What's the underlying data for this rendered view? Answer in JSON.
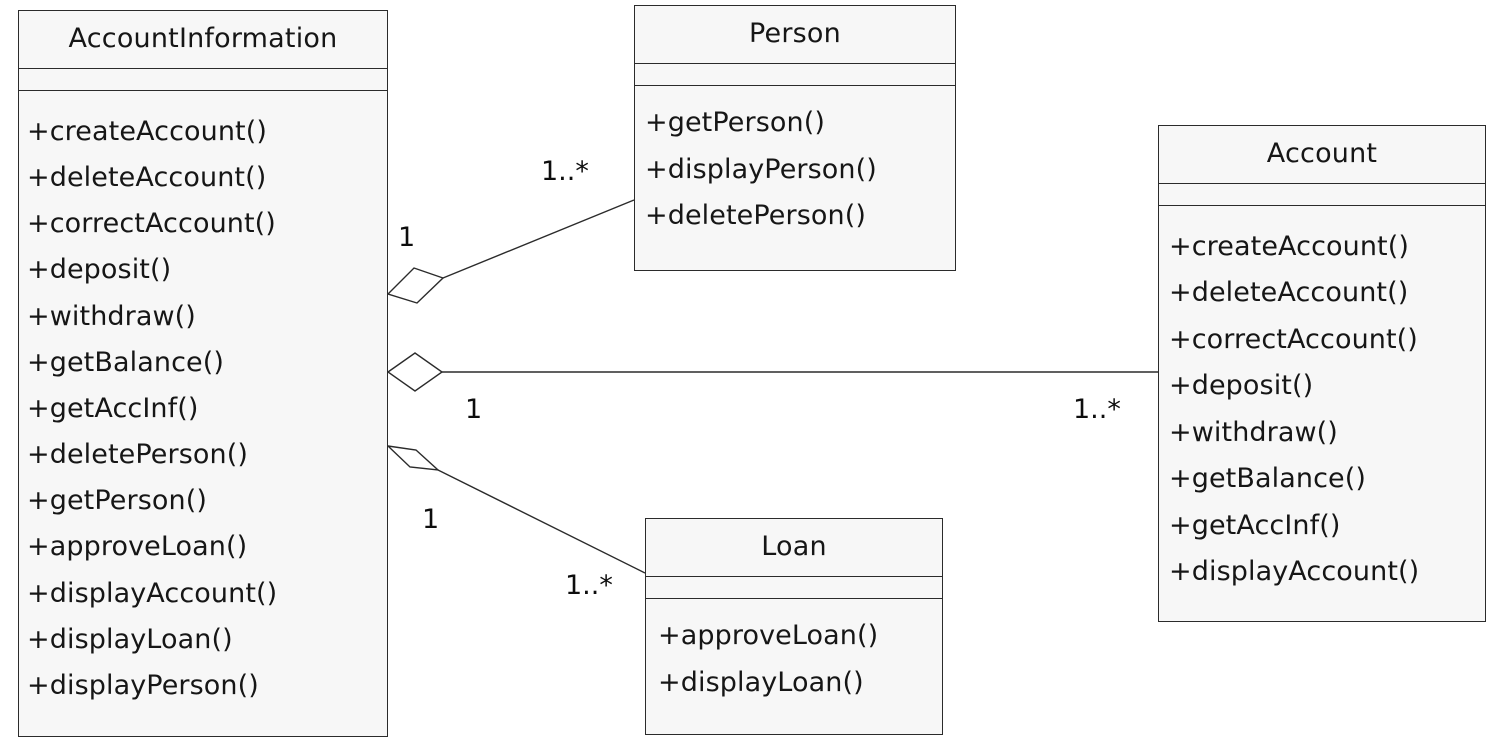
{
  "diagram": {
    "type": "uml-class-diagram",
    "background_color": "#ffffff",
    "box_fill_color": "#f7f7f7",
    "line_color": "#2b2b2b",
    "text_color": "#161616"
  },
  "classes": {
    "account_information": {
      "name": "AccountInformation",
      "attributes": [],
      "methods": [
        "+createAccount()",
        "+deleteAccount()",
        "+correctAccount()",
        "+deposit()",
        "+withdraw()",
        "+getBalance()",
        "+getAccInf()",
        "+deletePerson()",
        "+getPerson()",
        "+approveLoan()",
        "+displayAccount()",
        "+displayLoan()",
        "+displayPerson()"
      ]
    },
    "person": {
      "name": "Person",
      "attributes": [],
      "methods": [
        "+getPerson()",
        "+displayPerson()",
        "+deletePerson()"
      ]
    },
    "account": {
      "name": "Account",
      "attributes": [],
      "methods": [
        "+createAccount()",
        "+deleteAccount()",
        "+correctAccount()",
        "+deposit()",
        "+withdraw()",
        "+getBalance()",
        "+getAccInf()",
        "+displayAccount()"
      ]
    },
    "loan": {
      "name": "Loan",
      "attributes": [],
      "methods": [
        "+approveLoan()",
        "+displayLoan()"
      ]
    }
  },
  "associations": [
    {
      "id": "accountinformation-person",
      "kind": "aggregation",
      "from": "AccountInformation",
      "to": "Person",
      "source_multiplicity": "1",
      "target_multiplicity": "1..*"
    },
    {
      "id": "accountinformation-account",
      "kind": "aggregation",
      "from": "AccountInformation",
      "to": "Account",
      "source_multiplicity": "1",
      "target_multiplicity": "1..*"
    },
    {
      "id": "accountinformation-loan",
      "kind": "aggregation",
      "from": "AccountInformation",
      "to": "Loan",
      "source_multiplicity": "1",
      "target_multiplicity": "1..*"
    }
  ]
}
